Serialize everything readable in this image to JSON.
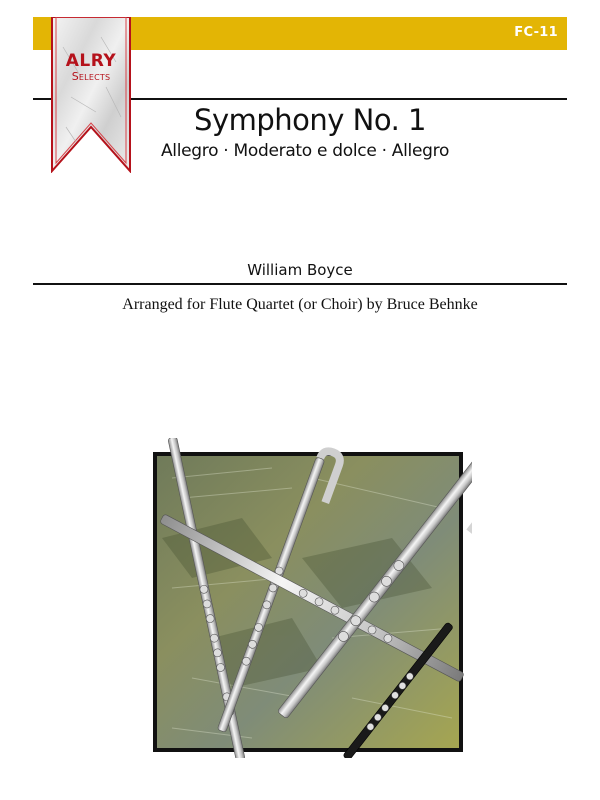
{
  "header": {
    "catalog_code": "FC-11",
    "bar_color": "#e3b505"
  },
  "ribbon": {
    "brand": "ALRY",
    "sub": "Selects",
    "accent_color": "#b5121b"
  },
  "title": {
    "main": "Symphony No. 1",
    "movements": "Allegro · Moderato e dolce · Allegro"
  },
  "credits": {
    "composer": "William Boyce",
    "arrangement": "Arranged for Flute Quartet (or Choir) by Bruce Behnke"
  },
  "cover_art": {
    "description": "Four flutes (including alto and bass flutes with curved headjoints and a black piccolo) crossed over a square collage of sheet music"
  }
}
